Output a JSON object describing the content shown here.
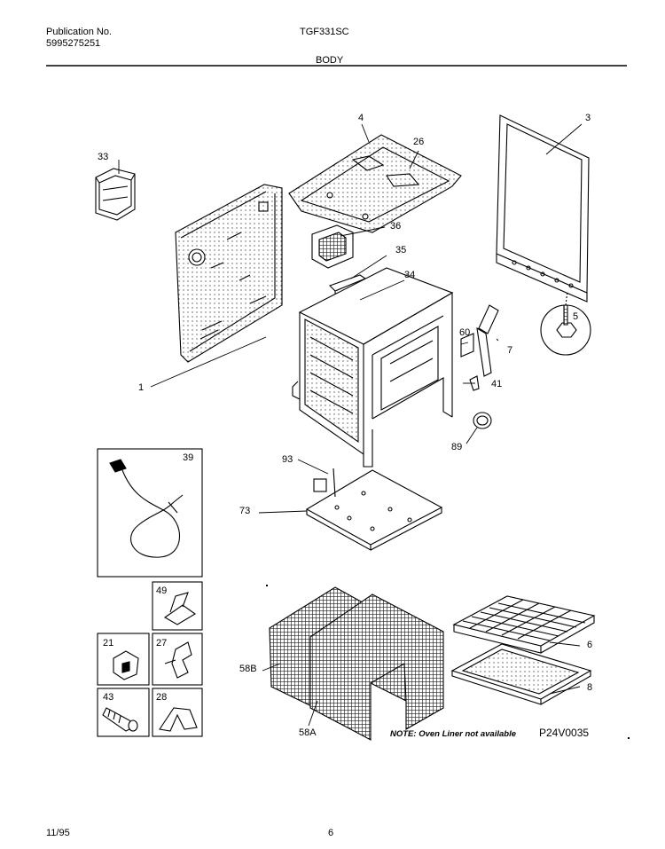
{
  "header": {
    "publication_label": "Publication No.",
    "publication_number": "5995275251",
    "model": "TGF331SC",
    "section": "BODY"
  },
  "callouts": {
    "c1": "1",
    "c3": "3",
    "c4": "4",
    "c5": "5",
    "c6": "6",
    "c7": "7",
    "c8": "8",
    "c21": "21",
    "c26": "26",
    "c27": "27",
    "c28": "28",
    "c33": "33",
    "c34": "34",
    "c35": "35",
    "c36": "36",
    "c39": "39",
    "c41": "41",
    "c43": "43",
    "c49": "49",
    "c58A": "58A",
    "c58B": "58B",
    "c60": "60",
    "c73": "73",
    "c89": "89",
    "c93": "93"
  },
  "note": "NOTE: Oven Liner not available",
  "figure_code": "P24V0035",
  "footer": {
    "date": "11/95",
    "page": "6"
  }
}
